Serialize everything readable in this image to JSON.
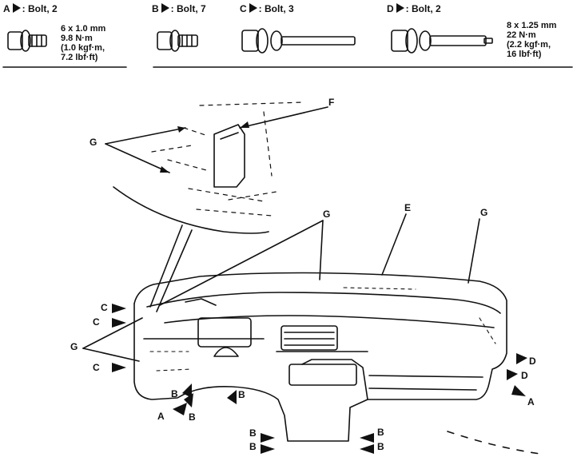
{
  "bolts": [
    {
      "letter": "A",
      "desc": ": Bolt, 2",
      "spec": [
        "6 x 1.0 mm",
        "9.8 N·m",
        "(1.0 kgf·m,",
        "7.2 lbf·ft)"
      ]
    },
    {
      "letter": "B",
      "desc": ": Bolt, 7",
      "spec": []
    },
    {
      "letter": "C",
      "desc": ": Bolt, 3",
      "spec": []
    },
    {
      "letter": "D",
      "desc": ": Bolt, 2",
      "spec": [
        "8 x 1.25 mm",
        "22 N·m",
        "(2.2 kgf·m,",
        "16 lbf·ft)"
      ]
    }
  ],
  "callouts": {
    "F": "F",
    "G": "G",
    "E": "E"
  },
  "markers": {
    "A": "A",
    "B": "B",
    "C": "C",
    "D": "D"
  }
}
